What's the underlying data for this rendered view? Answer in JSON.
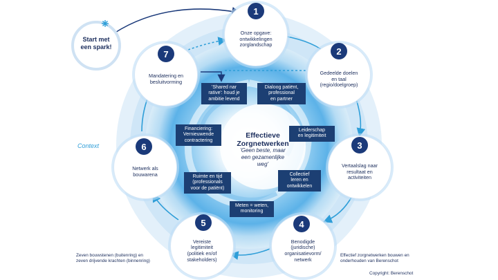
{
  "start": {
    "label_line1": "Start met",
    "label_line2": "een spark!"
  },
  "context_label": "Context",
  "center": {
    "title_line1": "Effectieve",
    "title_line2": "Zorgnetwerken",
    "subtitle_line1": "'Geen beste, maar",
    "subtitle_line2": "een gezamenlijke",
    "subtitle_line3": "weg'"
  },
  "steps": [
    {
      "number": "1",
      "lines": [
        "Onze opgave:",
        "ontwikkelingen",
        "zorglandschap"
      ]
    },
    {
      "number": "2",
      "lines": [
        "Gedeelde doelen",
        "en taal",
        "(regio/doelgroep)"
      ]
    },
    {
      "number": "3",
      "lines": [
        "Vertaalslag naar",
        "resultaat en",
        "activiteiten"
      ]
    },
    {
      "number": "4",
      "lines": [
        "Benodigde",
        "(juridische)",
        "organisatievorm/",
        "netwerk"
      ]
    },
    {
      "number": "5",
      "lines": [
        "Vereiste",
        "legitimiteit",
        "(politiek en/of",
        "stakeholders)"
      ]
    },
    {
      "number": "6",
      "lines": [
        "Netwerk als",
        "bouwarena"
      ]
    },
    {
      "number": "7",
      "lines": [
        "Mandatering en",
        "besluitvorming"
      ]
    }
  ],
  "inner_boxes": [
    {
      "lines": [
        "'Shared nar",
        "rative': houd je",
        "ambitie levend"
      ]
    },
    {
      "lines": [
        "Dialoog patiënt,",
        "professional",
        "en partner"
      ]
    },
    {
      "lines": [
        "Leiderschap",
        "en legitimiteit"
      ]
    },
    {
      "lines": [
        "Collectief",
        "leren en",
        "ontwikkelen"
      ]
    },
    {
      "lines": [
        "Meten = weten,",
        "monitoring"
      ]
    },
    {
      "lines": [
        "Ruimte en tijd",
        "(professionals",
        "voor de patiënt)"
      ]
    },
    {
      "lines": [
        "Financiering:",
        "Vernieuwende",
        "contractering"
      ]
    }
  ],
  "footer_left": [
    "Zeven bouwstenen (buitenring) en",
    "zeven drijvende krachten (binnenring)"
  ],
  "footer_right": [
    "Effectief zorgnetwerken bouwen en",
    "onderhouden van Berenschot"
  ],
  "copyright": "Copyright: Berenschot",
  "colors": {
    "navy": "#1b3a7a",
    "box_navy": "#1c3f73",
    "outer_ring": "#d3e7f7",
    "ring_mid": "#a9d3f1",
    "accent_blue": "#2f9ed8"
  }
}
